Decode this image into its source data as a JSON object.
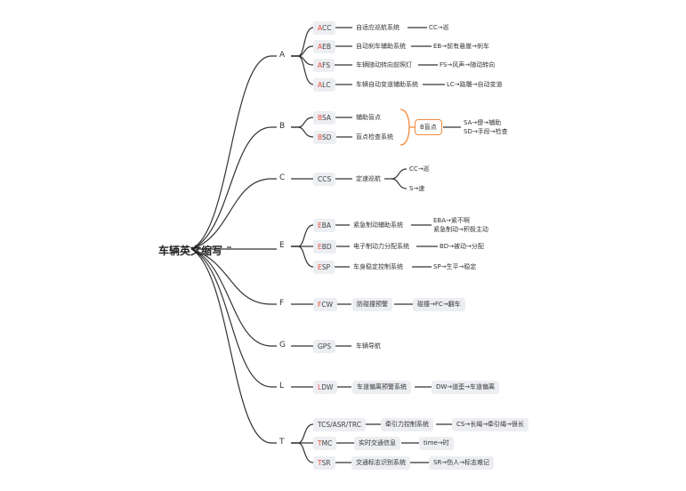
{
  "root": "车辆英文缩写",
  "colors": {
    "highlight": "#e64b3b",
    "summary_border": "#f08a3c",
    "line": "#333333",
    "tag_bg": "#eceef2"
  },
  "letters": [
    "A",
    "B",
    "C",
    "E",
    "F",
    "G",
    "L",
    "T"
  ],
  "items": [
    {
      "hl": "A",
      "rest": "CC",
      "full": "自适应巡航系统",
      "note": "CC→巡"
    },
    {
      "hl": "A",
      "rest": "EB",
      "full": "自动刹车辅助系统",
      "note": "EB→前有悬崖→刹车"
    },
    {
      "hl": "A",
      "rest": "FS",
      "full": "车辆随动转向前照灯",
      "note": "FS→风声→随动转向"
    },
    {
      "hl": "A",
      "rest": "LC",
      "full": "车辆自动变道辅助系统",
      "note": "LC→路雕→自动变道"
    },
    {
      "hl": "B",
      "rest": "SA",
      "full": "辅助盲点",
      "note": ""
    },
    {
      "hl": "B",
      "rest": "SD",
      "full": "盲点检查系统",
      "note": ""
    },
    {
      "hl": "",
      "rest": "CCS",
      "full": "定速巡航",
      "note": ""
    },
    {
      "hl": "E",
      "rest": "BA",
      "full": "紧急制动辅助系统",
      "note": "EBA→紧不啊\n紧急制动→积极主动"
    },
    {
      "hl": "E",
      "rest": "BD",
      "full": "电子制动力分配系统",
      "note": "BD→被动→分配"
    },
    {
      "hl": "E",
      "rest": "SP",
      "full": "车身稳定控制系统",
      "note": "SP→生平→稳定"
    },
    {
      "hl": "F",
      "rest": "CW",
      "full": "防碰撞预警",
      "note": "碰撞→FC→翻车"
    },
    {
      "hl": "",
      "rest": "GPS",
      "full": "车辆导航",
      "note": ""
    },
    {
      "hl": "L",
      "rest": "DW",
      "full": "车道偏离预警系统",
      "note": "DW→道歪→车道偏离"
    },
    {
      "hl": "",
      "rest": "TCS/ASR/TRC",
      "full": "牵引力控制系统",
      "note": "CS→长绳→牵引绳→很长"
    },
    {
      "hl": "T",
      "rest": "MC",
      "full": "实时交通信息",
      "note": "time→时"
    },
    {
      "hl": "T",
      "rest": "SR",
      "full": "交通标志识别系统",
      "note": "SR→伤人→标志难记"
    }
  ],
  "b_summary": {
    "label": "B盲点",
    "notes": [
      "SA→傻→辅助",
      "SD→手段→检查"
    ]
  },
  "ccs_branches": [
    "CC→巡",
    "S→速"
  ]
}
